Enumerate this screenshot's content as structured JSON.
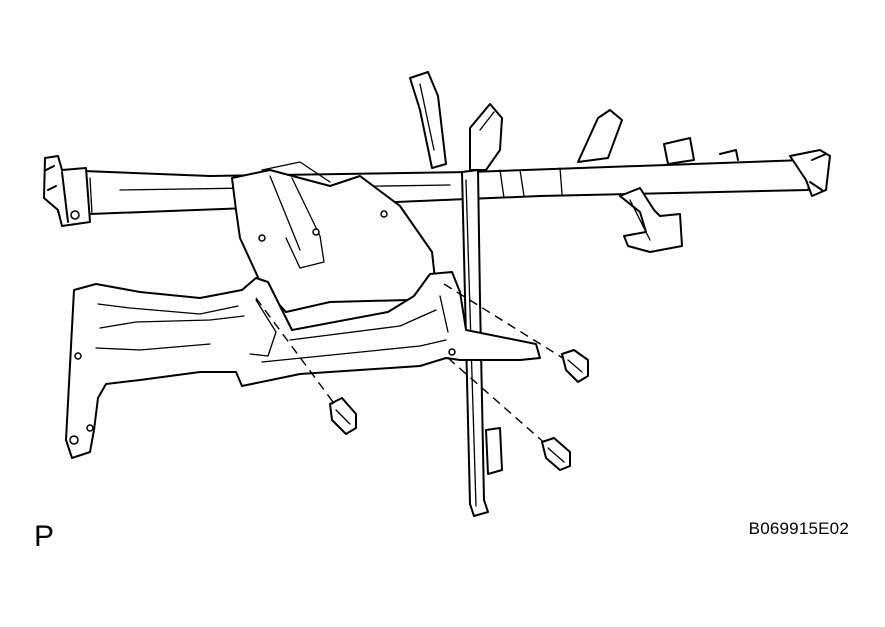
{
  "figure": {
    "view_label": "P",
    "figure_code": "B069915E02"
  },
  "parts": {
    "bolts": [
      "bolt-left",
      "bolt-right-upper",
      "bolt-right-lower"
    ]
  }
}
